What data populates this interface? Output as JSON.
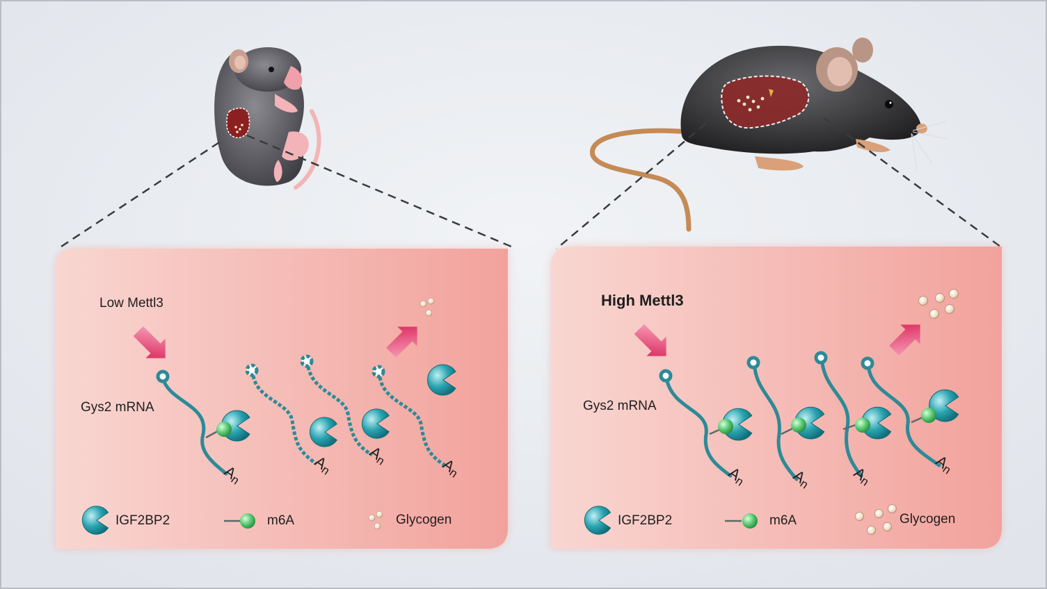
{
  "left_panel": {
    "signal_label": "Low Mettl3",
    "mrna_label": "Gys2 mRNA",
    "polyA_tail": "A",
    "polyA_subscript": "n",
    "legend": {
      "protein": "IGF2BP2",
      "modification": "m6A",
      "product": "Glycogen"
    }
  },
  "right_panel": {
    "signal_label": "High Mettl3",
    "mrna_label": "Gys2 mRNA",
    "polyA_tail": "A",
    "polyA_subscript": "n",
    "legend": {
      "protein": "IGF2BP2",
      "modification": "m6A",
      "product": "Glycogen"
    }
  },
  "colors": {
    "background": "#e8ebf0",
    "panel_fill": "#f4b7b2",
    "mrna": "#2d8a97",
    "protein": "#2aa3b0",
    "m6a": "#4fc36a",
    "arrow": "#e0305e",
    "mouse_body": "#3a3a3c",
    "liver": "#8c2a2a"
  },
  "icons": [
    "young-mouse",
    "adult-mouse",
    "liver-icon",
    "igf2bp2-icon",
    "m6a-icon",
    "glycogen-icon",
    "arrow-icon"
  ]
}
